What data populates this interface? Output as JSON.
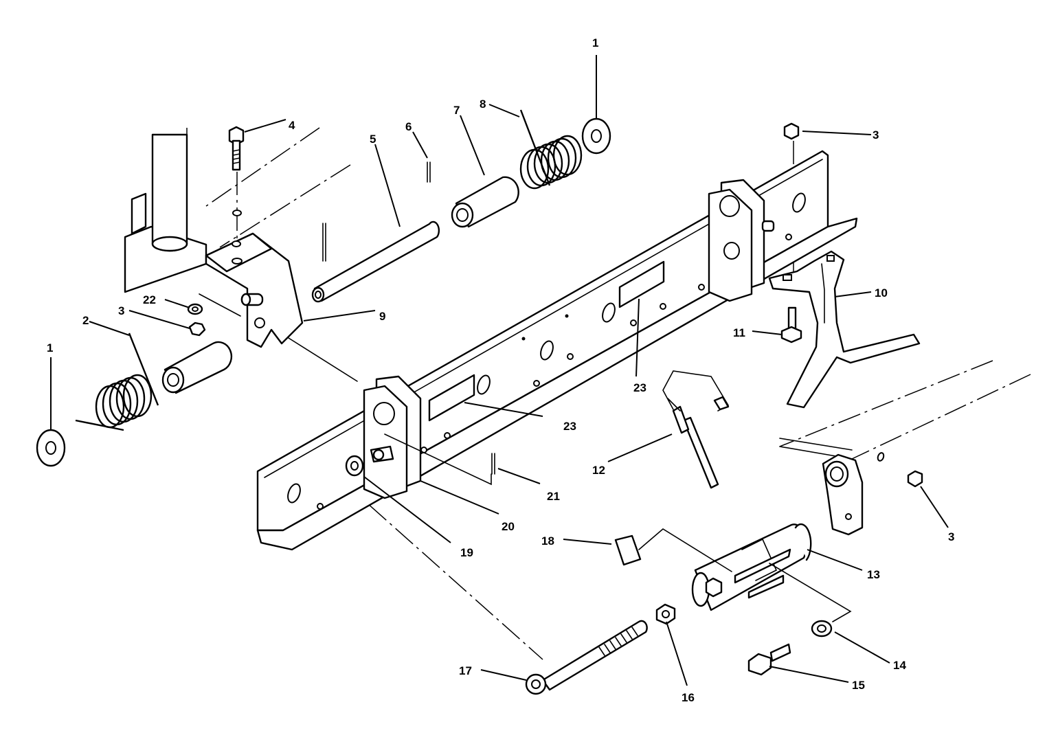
{
  "callouts": [
    "1",
    "1",
    "2",
    "3",
    "3",
    "3",
    "4",
    "5",
    "6",
    "7",
    "8",
    "9",
    "10",
    "11",
    "12",
    "13",
    "14",
    "15",
    "16",
    "17",
    "18",
    "19",
    "20",
    "21",
    "22",
    "23",
    "23"
  ],
  "colors": {
    "ink": "#000000",
    "paper": "#ffffff"
  }
}
